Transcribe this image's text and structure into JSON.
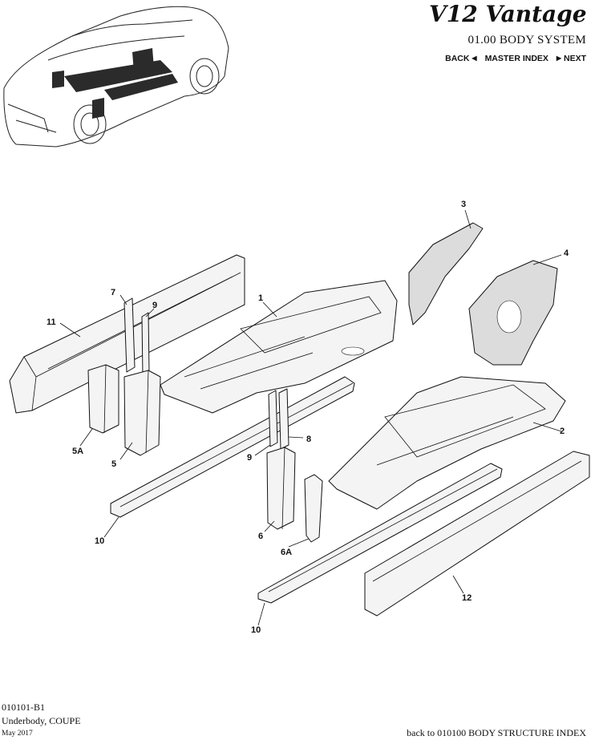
{
  "header": {
    "brand": "V12 Vantage",
    "system_title": "01.00 BODY SYSTEM",
    "nav": {
      "back": "BACK",
      "master_index": "MASTER INDEX",
      "next": "NEXT"
    }
  },
  "callouts": [
    "1",
    "2",
    "3",
    "4",
    "5",
    "5A",
    "6",
    "6A",
    "7",
    "8",
    "9",
    "9",
    "10",
    "10",
    "11",
    "12"
  ],
  "footer": {
    "code": "010101-B1",
    "title": "Underbody, COUPE",
    "date": "May 2017",
    "back_link": "back to 010100 BODY STRUCTURE INDEX"
  }
}
